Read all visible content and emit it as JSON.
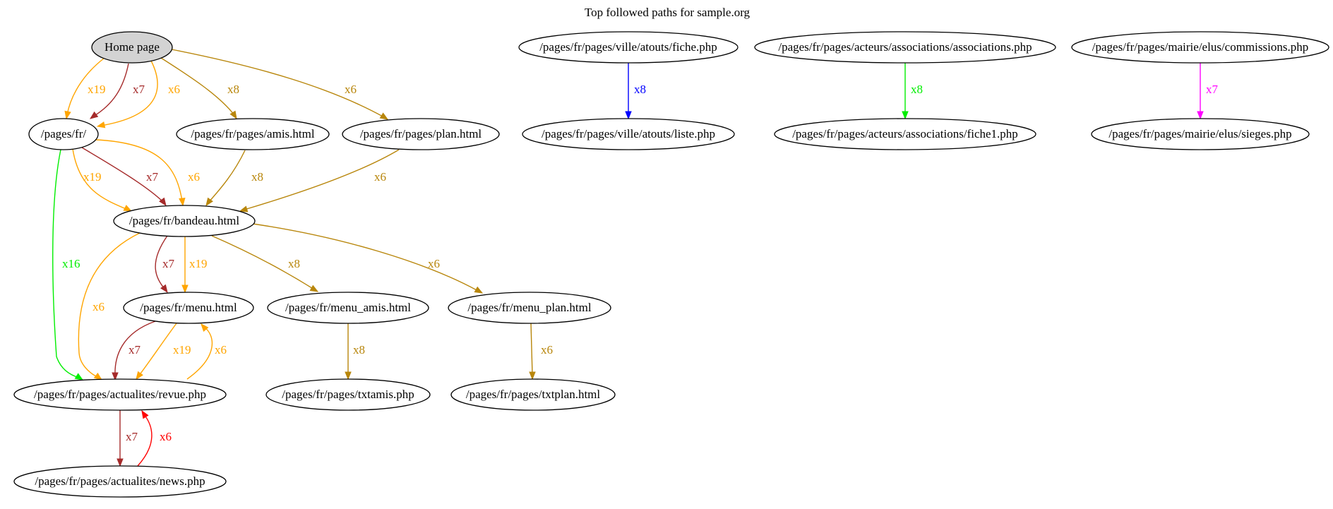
{
  "title": "Top followed paths for sample.org",
  "colors": {
    "orange": "#ffa500",
    "brown": "#a52a2a",
    "goldenrod": "#b8860b",
    "green": "#00ee00",
    "blue": "#0000ff",
    "magenta": "#ff00ff",
    "red": "#ff0000",
    "root_fill": "#d3d3d3"
  },
  "nodes": [
    {
      "id": "home",
      "label": "Home page",
      "root": true
    },
    {
      "id": "fr",
      "label": "/pages/fr/"
    },
    {
      "id": "amis",
      "label": "/pages/fr/pages/amis.html"
    },
    {
      "id": "plan",
      "label": "/pages/fr/pages/plan.html"
    },
    {
      "id": "bandeau",
      "label": "/pages/fr/bandeau.html"
    },
    {
      "id": "menu",
      "label": "/pages/fr/menu.html"
    },
    {
      "id": "menu_amis",
      "label": "/pages/fr/menu_amis.html"
    },
    {
      "id": "menu_plan",
      "label": "/pages/fr/menu_plan.html"
    },
    {
      "id": "revue",
      "label": "/pages/fr/pages/actualites/revue.php"
    },
    {
      "id": "txtamis",
      "label": "/pages/fr/pages/txtamis.php"
    },
    {
      "id": "txtplan",
      "label": "/pages/fr/pages/txtplan.html"
    },
    {
      "id": "news",
      "label": "/pages/fr/pages/actualites/news.php"
    },
    {
      "id": "fiche",
      "label": "/pages/fr/pages/ville/atouts/fiche.php"
    },
    {
      "id": "liste",
      "label": "/pages/fr/pages/ville/atouts/liste.php"
    },
    {
      "id": "assoc",
      "label": "/pages/fr/pages/acteurs/associations/associations.php"
    },
    {
      "id": "fiche1",
      "label": "/pages/fr/pages/acteurs/associations/fiche1.php"
    },
    {
      "id": "commissions",
      "label": "/pages/fr/pages/mairie/elus/commissions.php"
    },
    {
      "id": "sieges",
      "label": "/pages/fr/pages/mairie/elus/sieges.php"
    }
  ],
  "edges": [
    {
      "id": "home-fr-19",
      "from": "home",
      "to": "fr",
      "label": "x19",
      "color": "orange"
    },
    {
      "id": "home-fr-7",
      "from": "home",
      "to": "fr",
      "label": "x7",
      "color": "brown"
    },
    {
      "id": "home-fr-6",
      "from": "home",
      "to": "fr",
      "label": "x6",
      "color": "orange"
    },
    {
      "id": "home-amis",
      "from": "home",
      "to": "amis",
      "label": "x8",
      "color": "goldenrod"
    },
    {
      "id": "home-plan",
      "from": "home",
      "to": "plan",
      "label": "x6",
      "color": "goldenrod"
    },
    {
      "id": "fr-bandeau-19",
      "from": "fr",
      "to": "bandeau",
      "label": "x19",
      "color": "orange"
    },
    {
      "id": "fr-bandeau-7",
      "from": "fr",
      "to": "bandeau",
      "label": "x7",
      "color": "brown"
    },
    {
      "id": "fr-bandeau-6",
      "from": "fr",
      "to": "bandeau",
      "label": "x6",
      "color": "orange"
    },
    {
      "id": "amis-bandeau",
      "from": "amis",
      "to": "bandeau",
      "label": "x8",
      "color": "goldenrod"
    },
    {
      "id": "plan-bandeau",
      "from": "plan",
      "to": "bandeau",
      "label": "x6",
      "color": "goldenrod"
    },
    {
      "id": "fr-revue",
      "from": "fr",
      "to": "revue",
      "label": "x16",
      "color": "green"
    },
    {
      "id": "bandeau-revue",
      "from": "bandeau",
      "to": "revue",
      "label": "x6",
      "color": "orange"
    },
    {
      "id": "bandeau-menu-7",
      "from": "bandeau",
      "to": "menu",
      "label": "x7",
      "color": "brown"
    },
    {
      "id": "bandeau-menu-19",
      "from": "bandeau",
      "to": "menu",
      "label": "x19",
      "color": "orange"
    },
    {
      "id": "bandeau-menu_amis",
      "from": "bandeau",
      "to": "menu_amis",
      "label": "x8",
      "color": "goldenrod"
    },
    {
      "id": "bandeau-menu_plan",
      "from": "bandeau",
      "to": "menu_plan",
      "label": "x6",
      "color": "goldenrod"
    },
    {
      "id": "menu-revue-7",
      "from": "menu",
      "to": "revue",
      "label": "x7",
      "color": "brown"
    },
    {
      "id": "menu-revue-19",
      "from": "menu",
      "to": "revue",
      "label": "x19",
      "color": "orange"
    },
    {
      "id": "revue-menu-6",
      "from": "revue",
      "to": "menu",
      "label": "x6",
      "color": "orange"
    },
    {
      "id": "menu_amis-txtamis",
      "from": "menu_amis",
      "to": "txtamis",
      "label": "x8",
      "color": "goldenrod"
    },
    {
      "id": "menu_plan-txtplan",
      "from": "menu_plan",
      "to": "txtplan",
      "label": "x6",
      "color": "goldenrod"
    },
    {
      "id": "revue-news-7",
      "from": "revue",
      "to": "news",
      "label": "x7",
      "color": "brown"
    },
    {
      "id": "news-revue-6",
      "from": "news",
      "to": "revue",
      "label": "x6",
      "color": "red"
    },
    {
      "id": "fiche-liste",
      "from": "fiche",
      "to": "liste",
      "label": "x8",
      "color": "blue"
    },
    {
      "id": "assoc-fiche1",
      "from": "assoc",
      "to": "fiche1",
      "label": "x8",
      "color": "green"
    },
    {
      "id": "commissions-sieges",
      "from": "commissions",
      "to": "sieges",
      "label": "x7",
      "color": "magenta"
    }
  ]
}
